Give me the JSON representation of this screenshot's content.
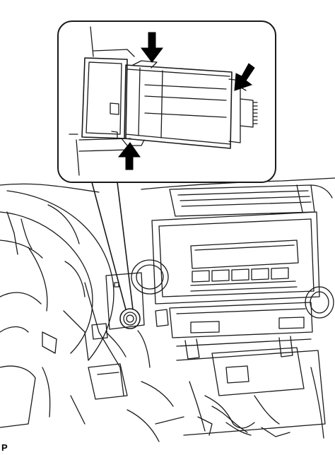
{
  "figure": {
    "corner_label": "P",
    "line_color": "#1a1a1a",
    "arrow_color": "#000000",
    "background": "#ffffff",
    "callout": {
      "shows": "switch-module-removed",
      "arrow_count": 3
    }
  }
}
